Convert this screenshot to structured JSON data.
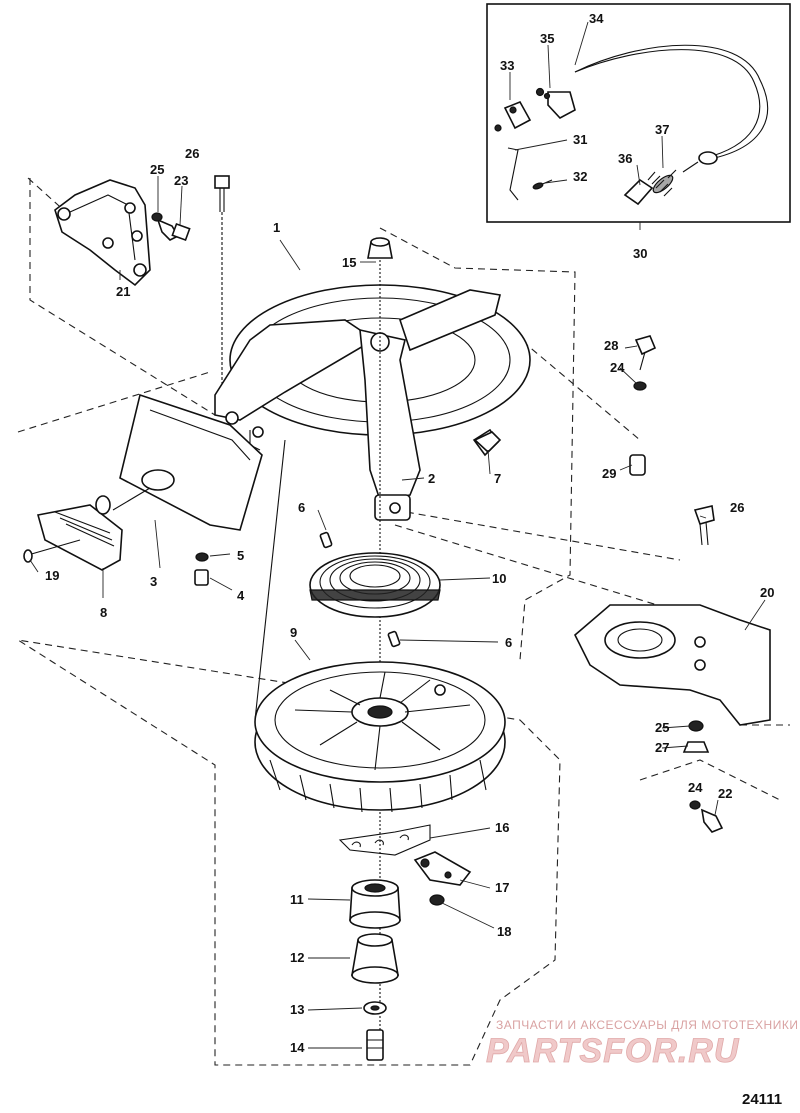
{
  "callouts": {
    "c1": "1",
    "c2": "2",
    "c3": "3",
    "c4": "4",
    "c5": "5",
    "c6a": "6",
    "c6b": "6",
    "c7": "7",
    "c8": "8",
    "c9": "9",
    "c10": "10",
    "c11": "11",
    "c12": "12",
    "c13": "13",
    "c14": "14",
    "c15": "15",
    "c16": "16",
    "c17": "17",
    "c18": "18",
    "c19": "19",
    "c20": "20",
    "c21": "21",
    "c22": "22",
    "c23": "23",
    "c24a": "24",
    "c24b": "24",
    "c25a": "25",
    "c25b": "25",
    "c26a": "26",
    "c26b": "26",
    "c27": "27",
    "c28": "28",
    "c29": "29",
    "c30": "30",
    "c31": "31",
    "c32": "32",
    "c33": "33",
    "c34": "34",
    "c35": "35",
    "c36": "36",
    "c37": "37"
  },
  "watermark": {
    "tagline": "ЗАПЧАСТИ И АКСЕССУАРЫ ДЛЯ МОТОТЕХНИКИ",
    "logo": "PARTSFOR.RU"
  },
  "figure_number": "24111"
}
